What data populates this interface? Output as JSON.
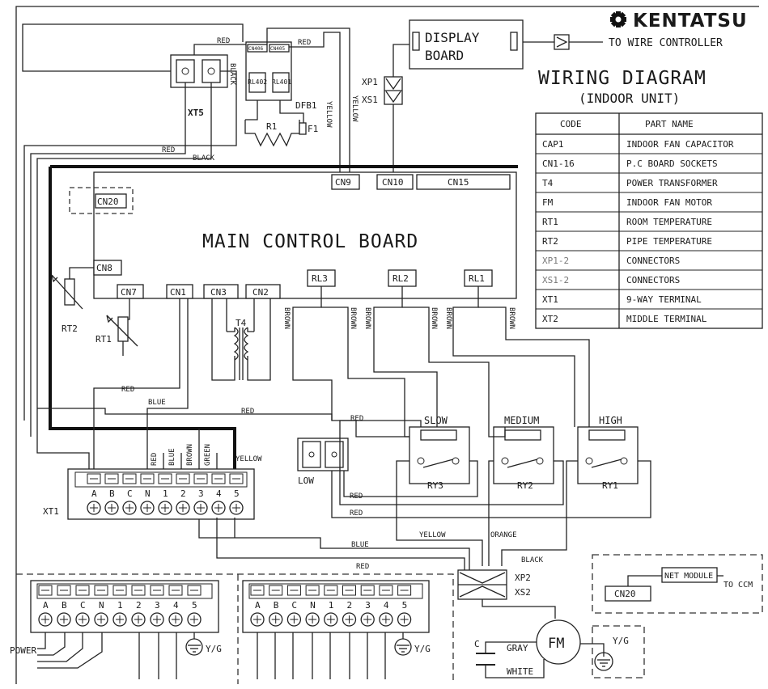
{
  "brand": {
    "name": "KENTATSU"
  },
  "title": {
    "main": "WIRING DIAGRAM",
    "sub": "(INDOOR UNIT)"
  },
  "display": {
    "line1": "DISPLAY",
    "line2": "BOARD",
    "to_wire_controller": "TO WIRE CONTROLLER"
  },
  "board": {
    "title": "MAIN CONTROL BOARD",
    "cn9": "CN9",
    "cn10": "CN10",
    "cn15": "CN15",
    "cn20": "CN20",
    "cn8": "CN8",
    "cn7": "CN7",
    "cn1": "CN1",
    "cn3": "CN3",
    "cn2": "CN2",
    "rl3": "RL3",
    "rl2": "RL2",
    "rl1": "RL1"
  },
  "components": {
    "xt5": "XT5",
    "dfb1": "DFB1",
    "r1": "R1",
    "f1": "F1",
    "rl402": "RL402",
    "rl401": "RL401",
    "cn406": "CN406",
    "cn405": "CN405",
    "xp1": "XP1",
    "xs1": "XS1",
    "rt1": "RT1",
    "rt2": "RT2",
    "t4": "T4",
    "slow": "SLOW",
    "medium": "MEDIUM",
    "high": "HIGH",
    "ry3": "RY3",
    "ry2": "RY2",
    "ry1": "RY1",
    "low": "LOW",
    "xt1": "XT1",
    "xp2": "XP2",
    "xs2": "XS2",
    "fm": "FM",
    "c": "C",
    "yg": "Y/G",
    "power": "POWER",
    "net_module": "NET MODULE",
    "to_ccm": "TO CCM",
    "net_cn20": "CN20"
  },
  "wires": {
    "red": "RED",
    "black": "BLACK",
    "blue": "BLUE",
    "yellow": "YELLOW",
    "brown": "BROWN",
    "green": "GREEN",
    "orange": "ORANGE",
    "gray": "GRAY",
    "white": "WHITE"
  },
  "terminal": {
    "labels": [
      "A",
      "B",
      "C",
      "N",
      "1",
      "2",
      "3",
      "4",
      "5"
    ]
  },
  "legend": {
    "headers": [
      "CODE",
      "PART NAME"
    ],
    "rows": [
      {
        "code": "CAP1",
        "name": "INDOOR FAN CAPACITOR"
      },
      {
        "code": "CN1-16",
        "name": "P.C BOARD SOCKETS"
      },
      {
        "code": "T4",
        "name": "POWER TRANSFORMER"
      },
      {
        "code": "FM",
        "name": "INDOOR FAN MOTOR"
      },
      {
        "code": "RT1",
        "name": "ROOM TEMPERATURE"
      },
      {
        "code": "RT2",
        "name": "PIPE TEMPERATURE"
      },
      {
        "code": "XP1-2",
        "name": "CONNECTORS"
      },
      {
        "code": "XS1-2",
        "name": "CONNECTORS"
      },
      {
        "code": "XT1",
        "name": "9-WAY TERMINAL"
      },
      {
        "code": "XT2",
        "name": "MIDDLE TERMINAL"
      }
    ]
  },
  "colors": {
    "line": "#222222",
    "background": "#ffffff"
  }
}
